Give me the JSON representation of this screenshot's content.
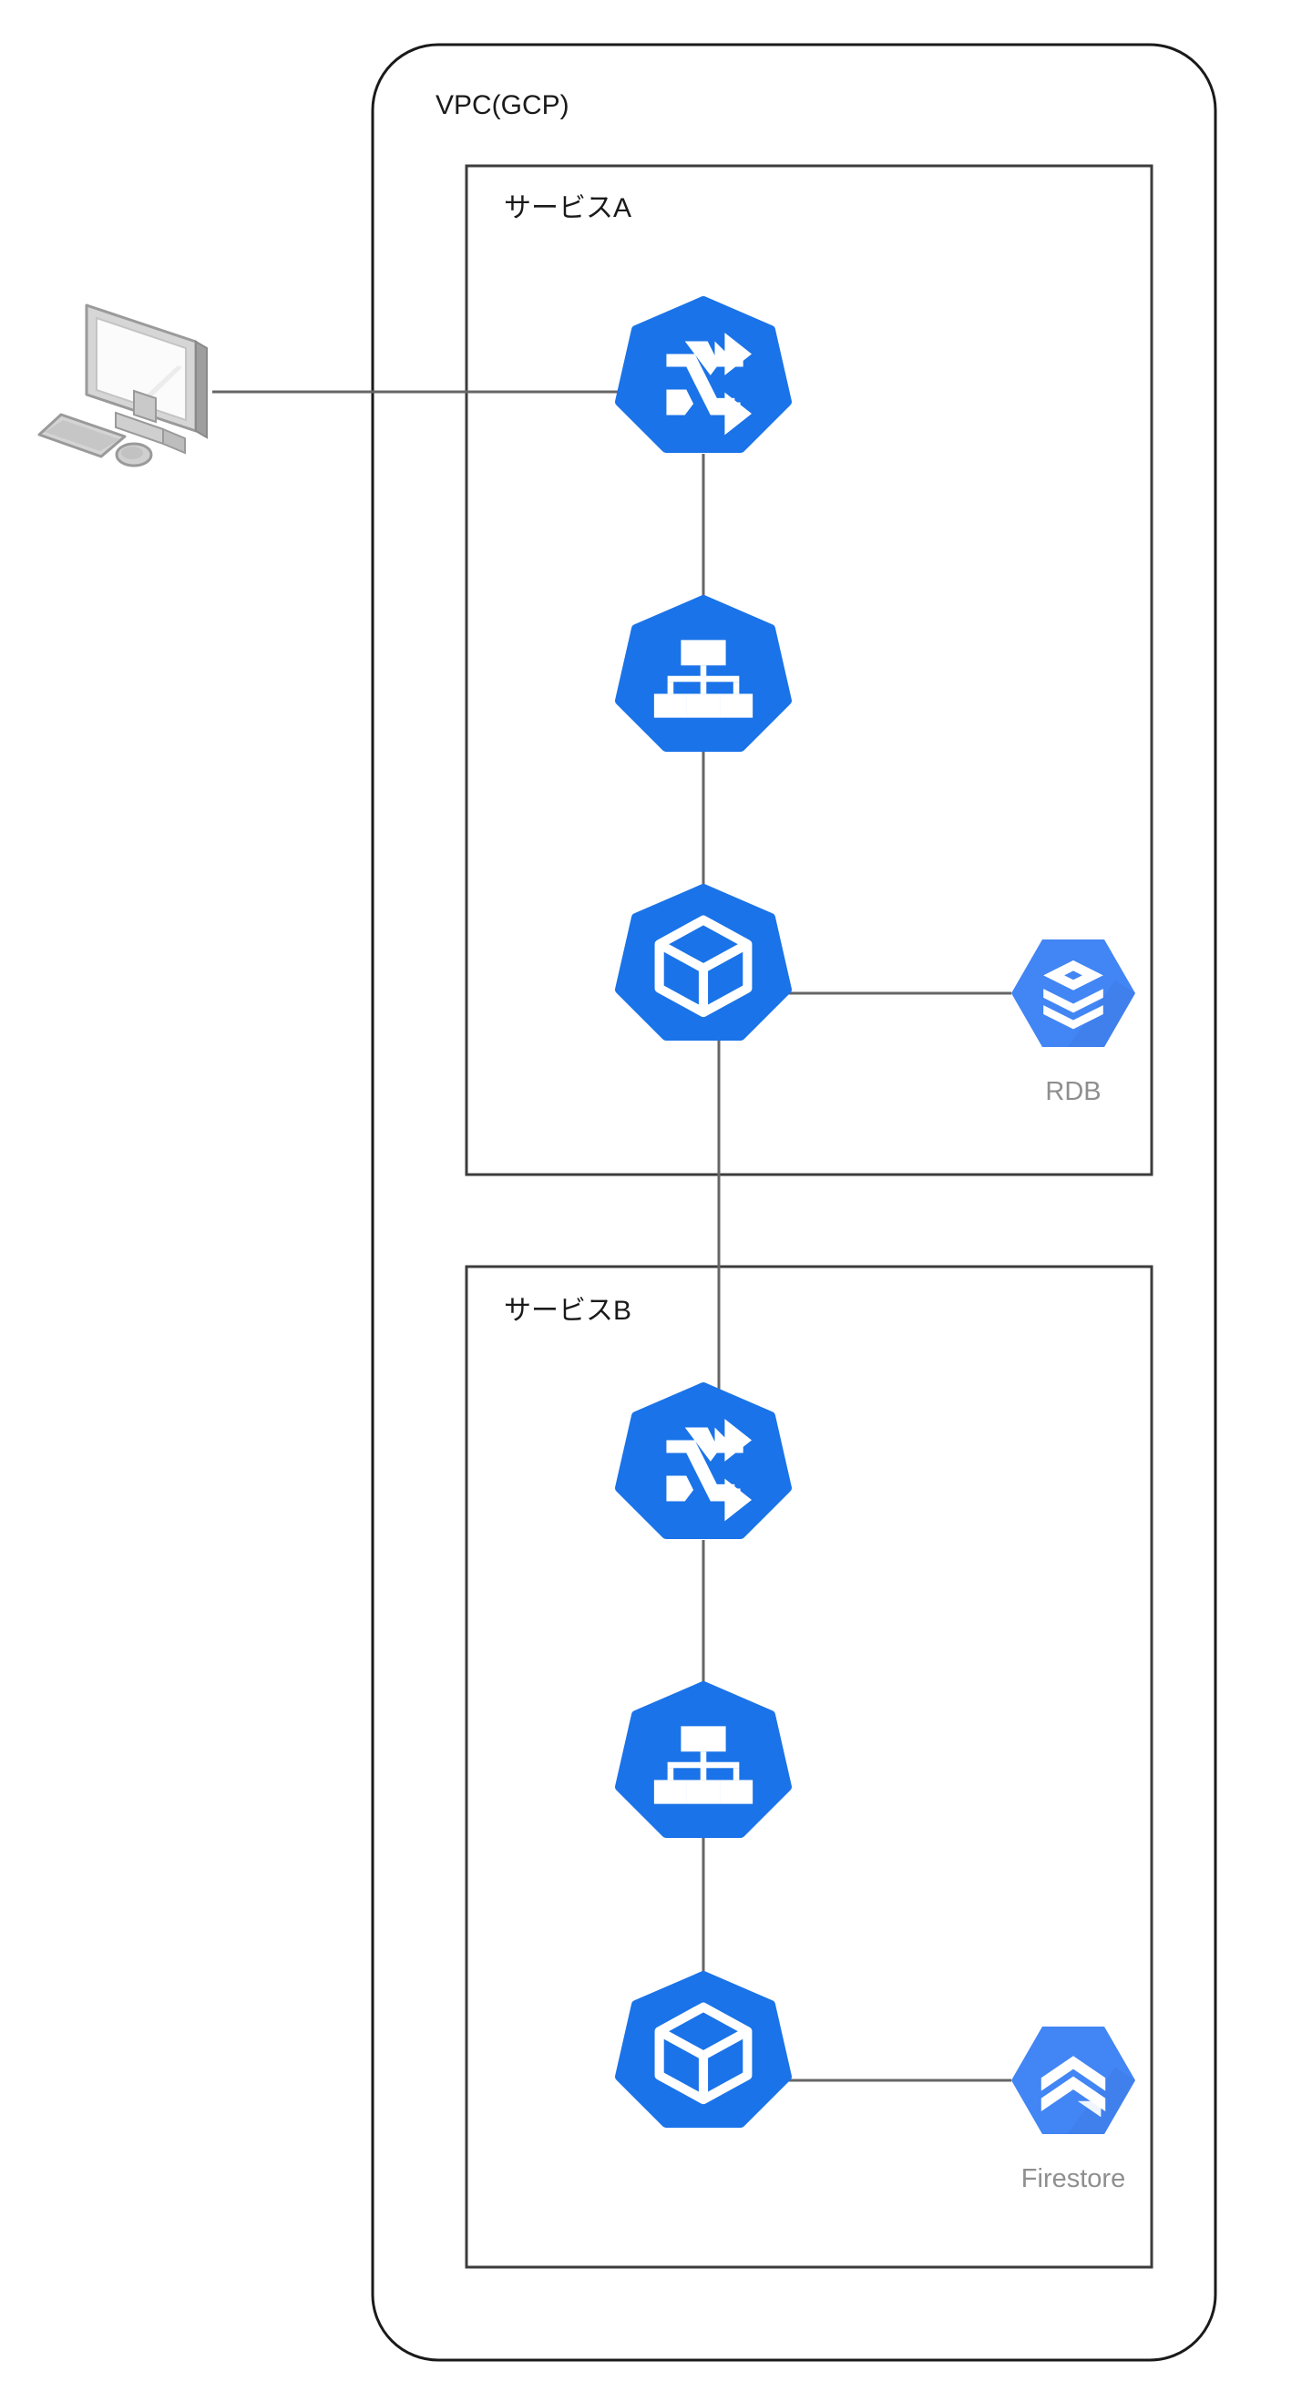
{
  "diagram": {
    "title": "GCP VPC architecture diagram",
    "background": "#ffffff"
  },
  "colors": {
    "heptagon_blue": "#1a73e8",
    "hexagon_blue": "#4285f4",
    "icon_white": "#ffffff",
    "edge_gray": "#666666",
    "boundary_black": "#1a1a1a",
    "group_border": "#3c3c3c",
    "label_gray": "#8f8f8f",
    "monitor_gray": "#b0b0b0"
  },
  "boundary": {
    "label": "VPC(GCP)"
  },
  "groups": [
    {
      "id": "service-a",
      "label": "サービスA"
    },
    {
      "id": "service-b",
      "label": "サービスB"
    }
  ],
  "client": {
    "name": "desktop-computer",
    "icon": "computer-icon",
    "label": ""
  },
  "nodes": [
    {
      "id": "lb-a",
      "group": "service-a",
      "icon": "load-balancer-icon",
      "shape": "heptagon",
      "label": ""
    },
    {
      "id": "instance-group-a",
      "group": "service-a",
      "icon": "instance-group-icon",
      "shape": "heptagon",
      "label": ""
    },
    {
      "id": "container-a",
      "group": "service-a",
      "icon": "container-icon",
      "shape": "heptagon",
      "label": ""
    },
    {
      "id": "rdb",
      "group": "service-a",
      "icon": "database-icon",
      "shape": "hexagon",
      "label": "RDB"
    },
    {
      "id": "lb-b",
      "group": "service-b",
      "icon": "load-balancer-icon",
      "shape": "heptagon",
      "label": ""
    },
    {
      "id": "instance-group-b",
      "group": "service-b",
      "icon": "instance-group-icon",
      "shape": "heptagon",
      "label": ""
    },
    {
      "id": "container-b",
      "group": "service-b",
      "icon": "container-icon",
      "shape": "heptagon",
      "label": ""
    },
    {
      "id": "firestore",
      "group": "service-b",
      "icon": "firestore-icon",
      "shape": "hexagon",
      "label": "Firestore"
    }
  ],
  "edges": [
    {
      "from": "desktop-computer",
      "to": "lb-a"
    },
    {
      "from": "lb-a",
      "to": "instance-group-a"
    },
    {
      "from": "instance-group-a",
      "to": "container-a"
    },
    {
      "from": "container-a",
      "to": "rdb"
    },
    {
      "from": "container-a",
      "to": "lb-b"
    },
    {
      "from": "lb-b",
      "to": "instance-group-b"
    },
    {
      "from": "instance-group-b",
      "to": "container-b"
    },
    {
      "from": "container-b",
      "to": "firestore"
    }
  ]
}
